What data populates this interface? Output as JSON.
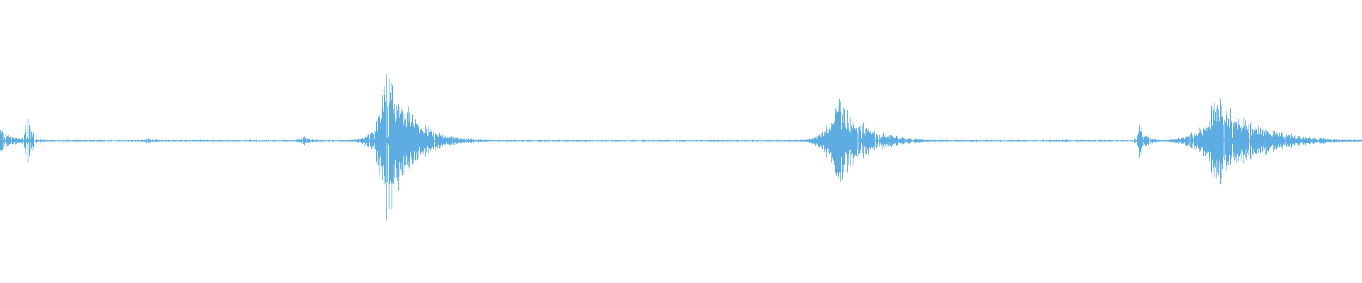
{
  "waveform": {
    "color": "#5dade2",
    "background": "#ffffff",
    "baseline_amplitude": 0.006,
    "events": [
      {
        "time": 0.0,
        "peak": 0.1,
        "decay": 0.01,
        "density": 0.9
      },
      {
        "time": 0.0195,
        "peak": 0.26,
        "decay": 0.0045,
        "density": 0.6
      },
      {
        "time": 0.108,
        "peak": 0.025,
        "decay": 0.012,
        "density": 0.7
      },
      {
        "time": 0.145,
        "peak": 0.015,
        "decay": 0.01,
        "density": 0.7
      },
      {
        "time": 0.222,
        "peak": 0.045,
        "decay": 0.008,
        "density": 0.7
      },
      {
        "time": 0.284,
        "peak": 0.67,
        "decay": 0.017,
        "density": 0.95
      },
      {
        "time": 0.614,
        "peak": 0.38,
        "decay": 0.02,
        "density": 0.95
      },
      {
        "time": 0.783,
        "peak": 0.015,
        "decay": 0.006,
        "density": 0.6
      },
      {
        "time": 0.836,
        "peak": 0.16,
        "decay": 0.005,
        "density": 0.7
      },
      {
        "time": 0.892,
        "peak": 0.4,
        "decay": 0.028,
        "density": 0.95
      }
    ]
  }
}
